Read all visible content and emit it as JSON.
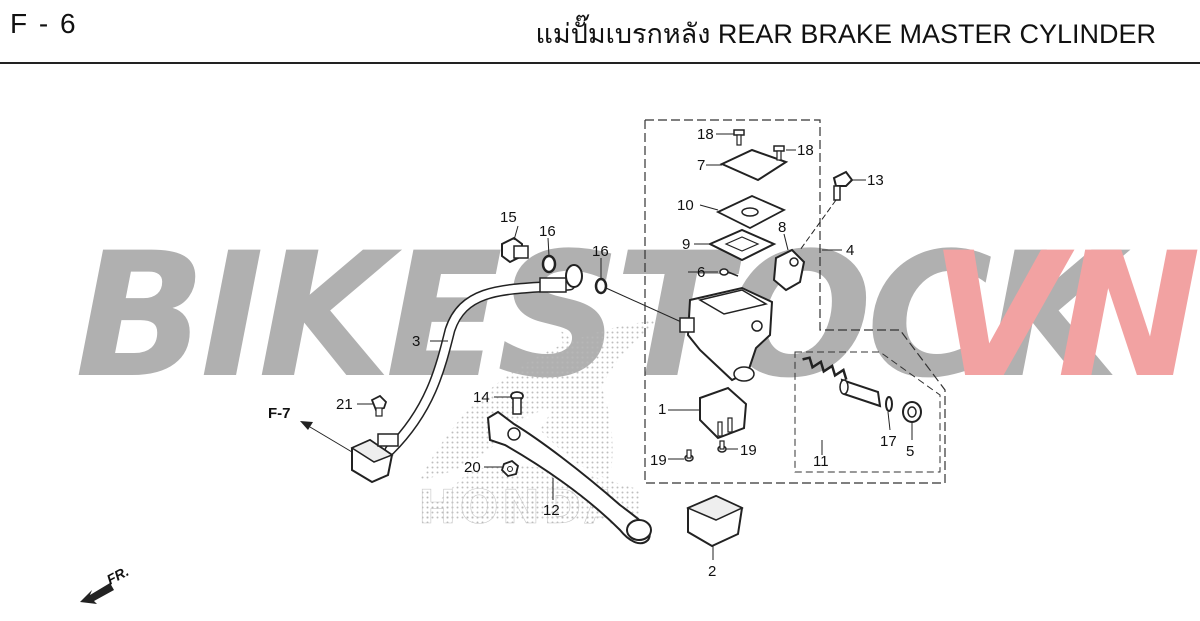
{
  "header": {
    "page_code": "F - 6",
    "title": "แม่ปั๊มเบรกหลัง  REAR BRAKE MASTER CYLINDER"
  },
  "watermark": {
    "text_main": "BIKESTOCK",
    "text_accent": "VN",
    "color_main": "#b0b0b0",
    "color_accent": "#f2a2a2"
  },
  "brand_watermark": {
    "text": "HONDA"
  },
  "reference": {
    "label": "F-7"
  },
  "direction": {
    "label": "FR."
  },
  "callouts": {
    "c1": "1",
    "c2": "2",
    "c3": "3",
    "c4": "4",
    "c5": "5",
    "c6": "6",
    "c7": "7",
    "c8": "8",
    "c9": "9",
    "c10": "10",
    "c11": "11",
    "c12": "12",
    "c13": "13",
    "c14": "14",
    "c15": "15",
    "c16a": "16",
    "c16b": "16",
    "c17": "17",
    "c18a": "18",
    "c18b": "18",
    "c19a": "19",
    "c19b": "19",
    "c20": "20",
    "c21": "21"
  }
}
